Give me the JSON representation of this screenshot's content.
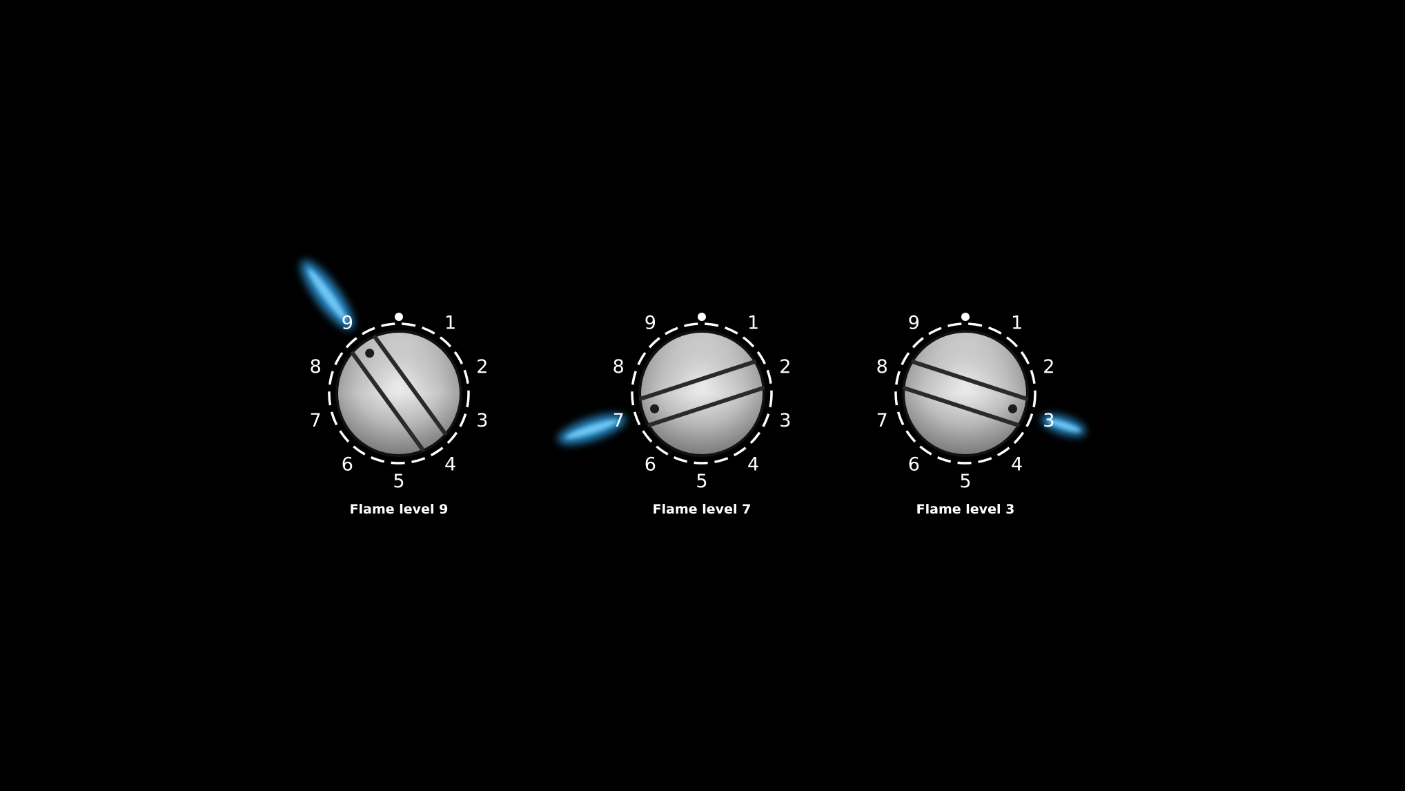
{
  "dial_numbers": [
    "1",
    "2",
    "3",
    "4",
    "5",
    "6",
    "7",
    "8",
    "9"
  ],
  "knobs": [
    {
      "id": "knob-1",
      "level": 9,
      "caption": "Flame level 9"
    },
    {
      "id": "knob-2",
      "level": 7,
      "caption": "Flame level 7"
    },
    {
      "id": "knob-3",
      "level": 3,
      "caption": "Flame level 3"
    }
  ],
  "colors": {
    "background": "#000000",
    "ring": "#ffffff",
    "flame": "#2e9be0",
    "flame_core": "#7fd6ff",
    "knob_metal": "#c9c9c9"
  }
}
